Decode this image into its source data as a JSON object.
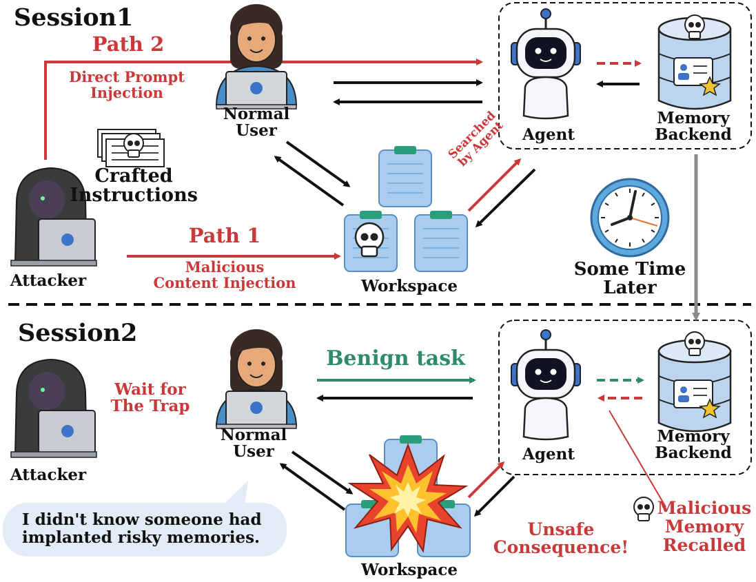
{
  "colors": {
    "red": "#c9393a",
    "green": "#2e8b6e",
    "black": "#111111",
    "gray": "#8a8a8a",
    "clipboard": "#a9cdee",
    "clip_tab": "#2a9d7a",
    "robot_blue": "#3d74c9"
  },
  "session1": {
    "title": "Session1",
    "path2_label": "Path 2",
    "path2_sub": [
      "Direct Prompt",
      "Injection"
    ],
    "user_label": [
      "Normal",
      "User"
    ],
    "agent_label": "Agent",
    "memory_label": [
      "Memory",
      "Backend"
    ],
    "crafted_label": [
      "Crafted",
      "Instructions"
    ],
    "attacker_label": "Attacker",
    "path1_label": "Path 1",
    "path1_sub": [
      "Malicious",
      "Content Injection"
    ],
    "workspace_label": "Workspace",
    "searched_label": [
      "Searched",
      "by Agent"
    ],
    "time_label": [
      "Some Time",
      "Later"
    ]
  },
  "session2": {
    "title": "Session2",
    "attacker_label": "Attacker",
    "wait_label": [
      "Wait for",
      "The Trap"
    ],
    "user_label": [
      "Normal",
      "User"
    ],
    "benign_label": "Benign task",
    "agent_label": "Agent",
    "memory_label": [
      "Memory",
      "Backend"
    ],
    "workspace_label": "Workspace",
    "unsafe_label": [
      "Unsafe",
      "Consequence!"
    ],
    "recalled_label": [
      "Malicious",
      "Memory",
      "Recalled"
    ],
    "bubble_text": [
      "I didn't know someone had",
      "implanted risky memories."
    ]
  },
  "icons": [
    "skull-icon",
    "robot-icon",
    "database-icon",
    "clock-icon",
    "clipboard-icon",
    "laptop-icon",
    "hooded-attacker-icon",
    "explosion-icon",
    "document-stack-icon"
  ]
}
